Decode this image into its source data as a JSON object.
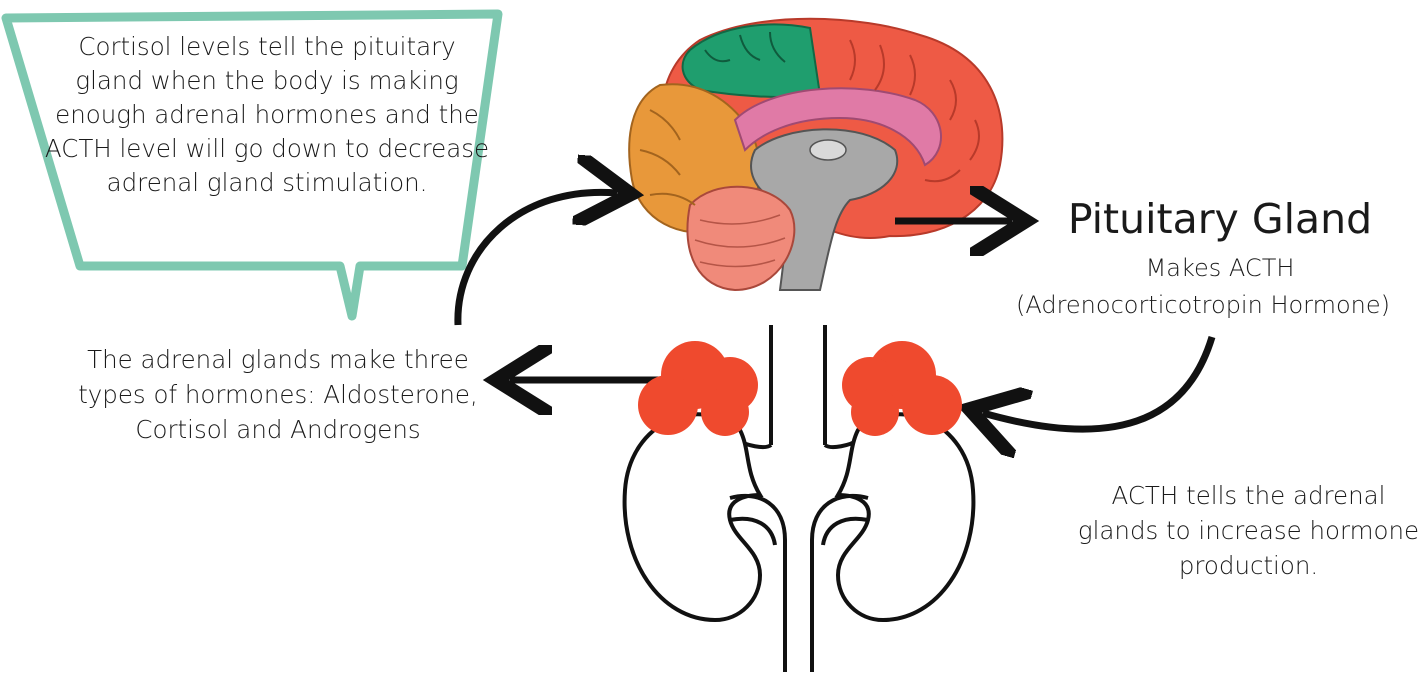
{
  "bubble": {
    "text": "Cortisol levels tell the pituitary gland when the body is making enough adrenal hormones and the ACTH level will go down to decrease adrenal gland stimulation."
  },
  "pituitary": {
    "title": "Pituitary Gland",
    "line1": "Makes ACTH",
    "line2": "(Adrenocorticotropin Hormone)"
  },
  "adrenal_note": {
    "text": "The adrenal glands make three types of hormones: Aldosterone, Cortisol and Androgens"
  },
  "acth_note": {
    "text": "ACTH tells the adrenal glands to increase hormone production."
  },
  "colors": {
    "bubble_border": "#7ec8b0",
    "adrenal_red": "#ef4a2e",
    "brain_red": "#ee5a45",
    "brain_green": "#1f9e6e",
    "brain_orange": "#e8983a",
    "brain_pink": "#e07aa6",
    "brain_gray": "#9a9a9a"
  }
}
